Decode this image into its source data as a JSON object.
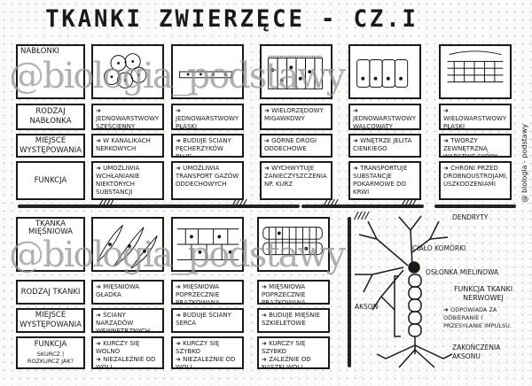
{
  "title": "TKANKI ZWIERZĘCE - CZ.I",
  "watermark": "@biologia_podstawy",
  "side_note": "@ biologia - podstawy",
  "epithelium": {
    "header": "NABŁONKI",
    "row_labels": [
      "RODZAJ NABŁONKA",
      "MIEJSCE WYSTĘPOWANIA",
      "FUNKCJA"
    ],
    "columns": [
      {
        "type": "JEDNOWARSTWOWY SZEŚCIENNY",
        "location": "W KANALIKACH NERKOWYCH",
        "function": "UMOŻLIWIA WCHŁANIANIE NIEKTÓRYCH SUBSTANCJI",
        "icon": "cuboidal-cells"
      },
      {
        "type": "JEDNOWARSTWOWY PŁASKI",
        "location": "BUDUJE ŚCIANY PĘCHERZYKÓW PŁUC.",
        "function": "UMOŻLIWIA TRANSPORT GAZÓW ODDECHOWYCH",
        "icon": "squamous-cells"
      },
      {
        "type": "WIELORZĘDOWY MIGAWKOWY",
        "location": "GÓRNE DROGI ODDECHOWE",
        "function": "WYCHWYTUJE ZANIECZYSZCZENIA NP. KURZ",
        "icon": "ciliated-cells"
      },
      {
        "type": "JEDNOWARSTWOWY WALCOWATY",
        "location": "WNĘTRZE JELITA CIENKIEGO",
        "function": "TRANSPORTUJE SUBSTANCJE POKARMOWE DO KRWI",
        "icon": "columnar-cells"
      },
      {
        "type": "WIELOWARSTWOWY PŁASKI",
        "location": "TWORZY ZEWNĘTRZNĄ WARSTWĘ SKÓRY",
        "function": "CHRONI PRZED DROBNOUSTROJAMI, USZKODZENIAMI",
        "icon": "stratified-cells"
      }
    ]
  },
  "muscle": {
    "header": "TKANKA MIĘŚNIOWA",
    "row_labels": [
      "RODZAJ TKANKI",
      "MIEJSCE WYSTĘPOWANIA",
      "FUNKCJA"
    ],
    "function_note": "SKURCZ | ROZKURCZ JAK?",
    "columns": [
      {
        "type": "MIĘŚNIOWA GŁADKA",
        "location": "ŚCIANY NARZĄDÓW WEWNĘTRZNYCH",
        "function": [
          "KURCZY SIĘ WOLNO",
          "NIEZALEŻNIE OD WOLI"
        ],
        "icon": "smooth-muscle"
      },
      {
        "type": "MIĘŚNIOWA POPRZECZNIE PRĄŻKOWANA SERCA",
        "location": "BUDUJE ŚCIANY SERCA",
        "function": [
          "KURCZY SIĘ SZYBKO",
          "NIEZALEŻNIE OD WOLI"
        ],
        "icon": "cardiac-muscle"
      },
      {
        "type": "MIĘŚNIOWA POPRZECZNIE PRĄŻKOWANA SZKIELETOWA",
        "location": "BUDUJE MIĘŚNIE SZKIELETOWE",
        "function": [
          "KURCZY SIĘ SZYBKO",
          "ZALEŻNIE OD NASZEJ WOLI"
        ],
        "icon": "skeletal-muscle"
      }
    ]
  },
  "neuron": {
    "labels": {
      "dendrites": "DENDRYTY",
      "cell_body": "CIAŁO KOMÓRKI",
      "myelin": "OSŁONKA MIELINOWA",
      "axon": "AKSON",
      "terminals": "ZAKOŃCZENIA AKSONU"
    },
    "function_title": "FUNKCJA TKANKI NERWOWEJ",
    "function_text": "ODPOWIADA ZA ODBIERANIE I PRZESYŁANIE IMPULSU."
  }
}
